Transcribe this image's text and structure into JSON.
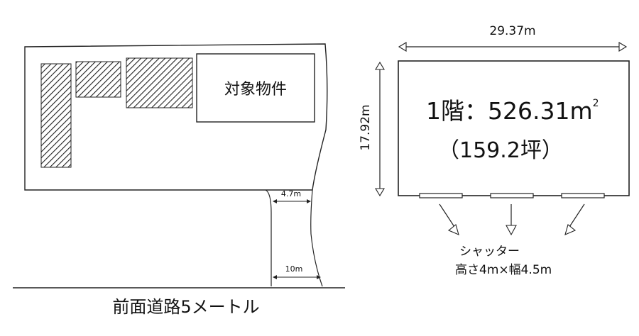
{
  "site_plan": {
    "target_label": "対象物件",
    "gap_upper_label": "4.7m",
    "gap_lower_label": "10m",
    "road_label": "前面道路5メートル"
  },
  "floor_plan": {
    "width_label": "29.37m",
    "depth_label": "17.92m",
    "area_label": "1階：526.31",
    "area_unit": "m",
    "area_unit_sup": "2",
    "tsubo_label": "（159.2坪）",
    "shutter_title": "シャッター",
    "shutter_size": "高さ4m×幅4.5m"
  }
}
